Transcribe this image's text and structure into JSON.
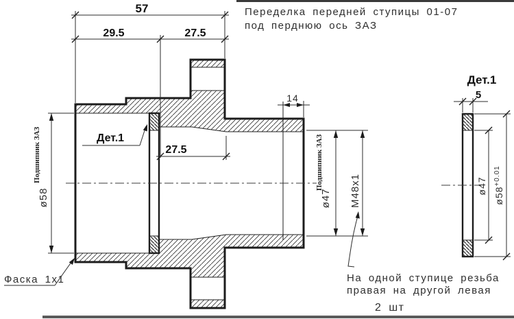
{
  "title_note": {
    "line1": "Переделка передней ступицы 01-07",
    "line2": "под перднюю ось ЗАЗ"
  },
  "main_view": {
    "dimensions": {
      "overall_length": "57",
      "left_section_length": "29.5",
      "right_section_length": "27.5",
      "inner_bore_length": "27.5",
      "thread_length": "14",
      "left_bore_diameter": "ø58",
      "right_bore_diameter": "ø47",
      "thread_spec": "M48x1"
    },
    "annotations": {
      "left_bearing_note": "Подшипник ЗАЗ",
      "right_bearing_note": "Подшипник ЗАЗ",
      "detail_callout": "Дет.1",
      "chamfer_note": "Фаска 1х1"
    }
  },
  "detail_view": {
    "title": "Дет.1",
    "dimensions": {
      "thickness": "5",
      "inner_diameter": "ø47",
      "outer_diameter": "ø58",
      "outer_diameter_tolerance": "+0.01"
    }
  },
  "notes": {
    "thread_note_line1": "На одной ступице резьба",
    "thread_note_line2": "правая на другой левая",
    "quantity_note": "2 шт"
  },
  "colors": {
    "line_color": "#1c1c1c",
    "dim_text_color": "#111111",
    "note_text_color": "#2e2e2e",
    "background": "#ffffff"
  }
}
